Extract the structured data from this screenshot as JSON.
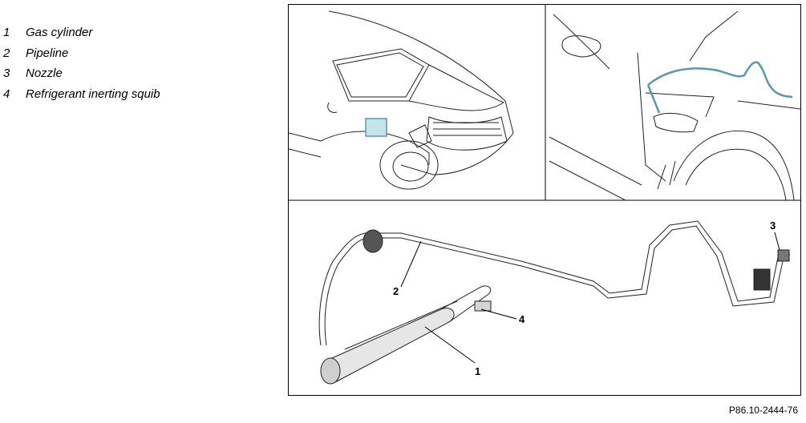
{
  "legend": {
    "items": [
      {
        "number": "1",
        "label": "Gas cylinder"
      },
      {
        "number": "2",
        "label": "Pipeline"
      },
      {
        "number": "3",
        "label": "Nozzle"
      },
      {
        "number": "4",
        "label": "Refrigerant inerting squib"
      }
    ]
  },
  "figure": {
    "callouts": [
      "1",
      "2",
      "3",
      "4"
    ],
    "reference": "P86.10-2444-76",
    "colors": {
      "highlight": "#5b97ad",
      "line": "#000000"
    }
  }
}
